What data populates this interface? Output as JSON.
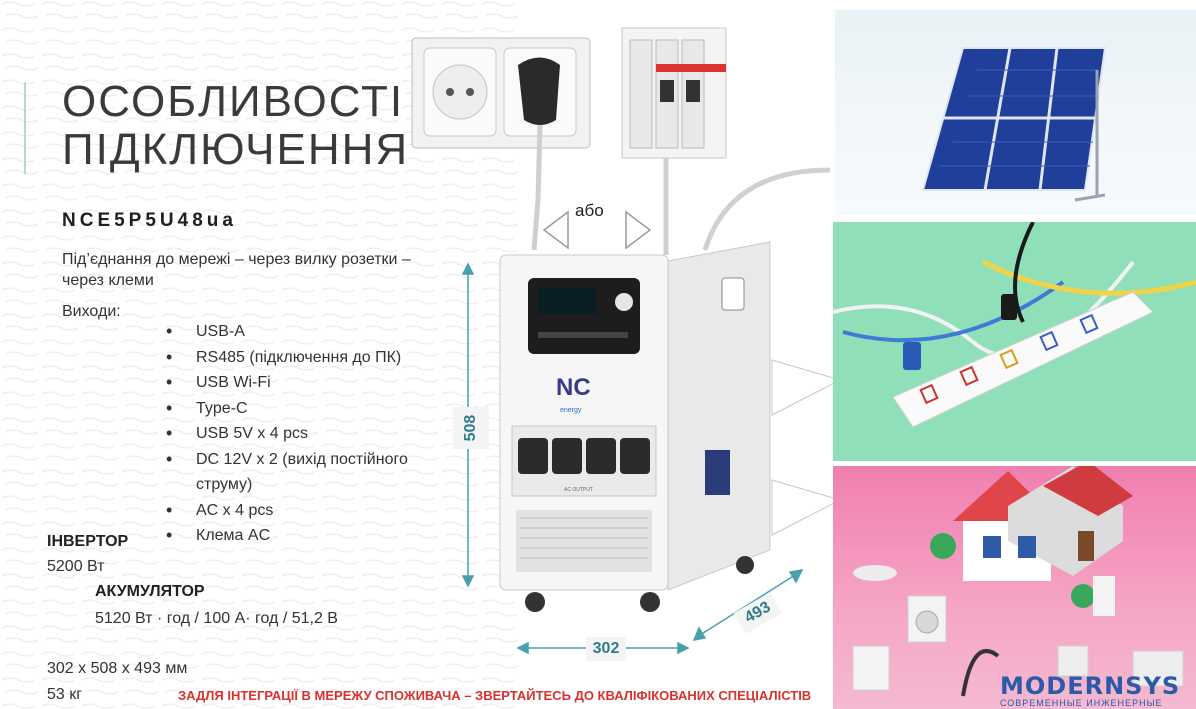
{
  "title": {
    "line1": "ОСОБЛИВОСТІ",
    "line2": "ПІДКЛЮЧЕННЯ"
  },
  "model": "NCE5P5U48ua",
  "connection_note": "Під’єднання до мережі – через вилку розетки – через клеми",
  "outputs_label": "Виходи:",
  "outputs": [
    "USB-A",
    "RS485 (підключення до ПК)",
    "USB Wi-Fi",
    "Type-C",
    "USB 5V x 4 pcs",
    "DC 12V x 2 (вихід постійного струму)",
    "AC x 4 pcs",
    "Клема AC"
  ],
  "inverter": {
    "heading": "ІНВЕРТОР",
    "value": "5200 Вт"
  },
  "battery": {
    "heading": "АКУМУЛЯТОР",
    "value": "5120 Вт · год / 100 А· год / 51,2 В"
  },
  "dimensions": "302 x 508 x 493 мм",
  "weight": "53 кг",
  "warning": "ЗАДЛЯ ІНТЕГРАЦІЇ В МЕРЕЖУ СПОЖИВАЧА – ЗВЕРТАЙТЕСЬ ДО КВАЛІФІКОВАНИХ СПЕЦІАЛІСТІВ",
  "or_label": "або",
  "dim_labels": {
    "height": "508",
    "width": "302",
    "depth": "493"
  },
  "device": {
    "brand": "NC",
    "brand_sub": "energy",
    "ac_output_label": "AC OUTPUT"
  },
  "logo": {
    "name": "MODERNSYS",
    "tagline": "СОВРЕМЕННЫЕ ИНЖЕНЕРНЫЕ СИСТЕМЫ"
  },
  "colors": {
    "accent": "#2e7d8a",
    "warning": "#d8322f",
    "logo": "#2b5aa8"
  }
}
